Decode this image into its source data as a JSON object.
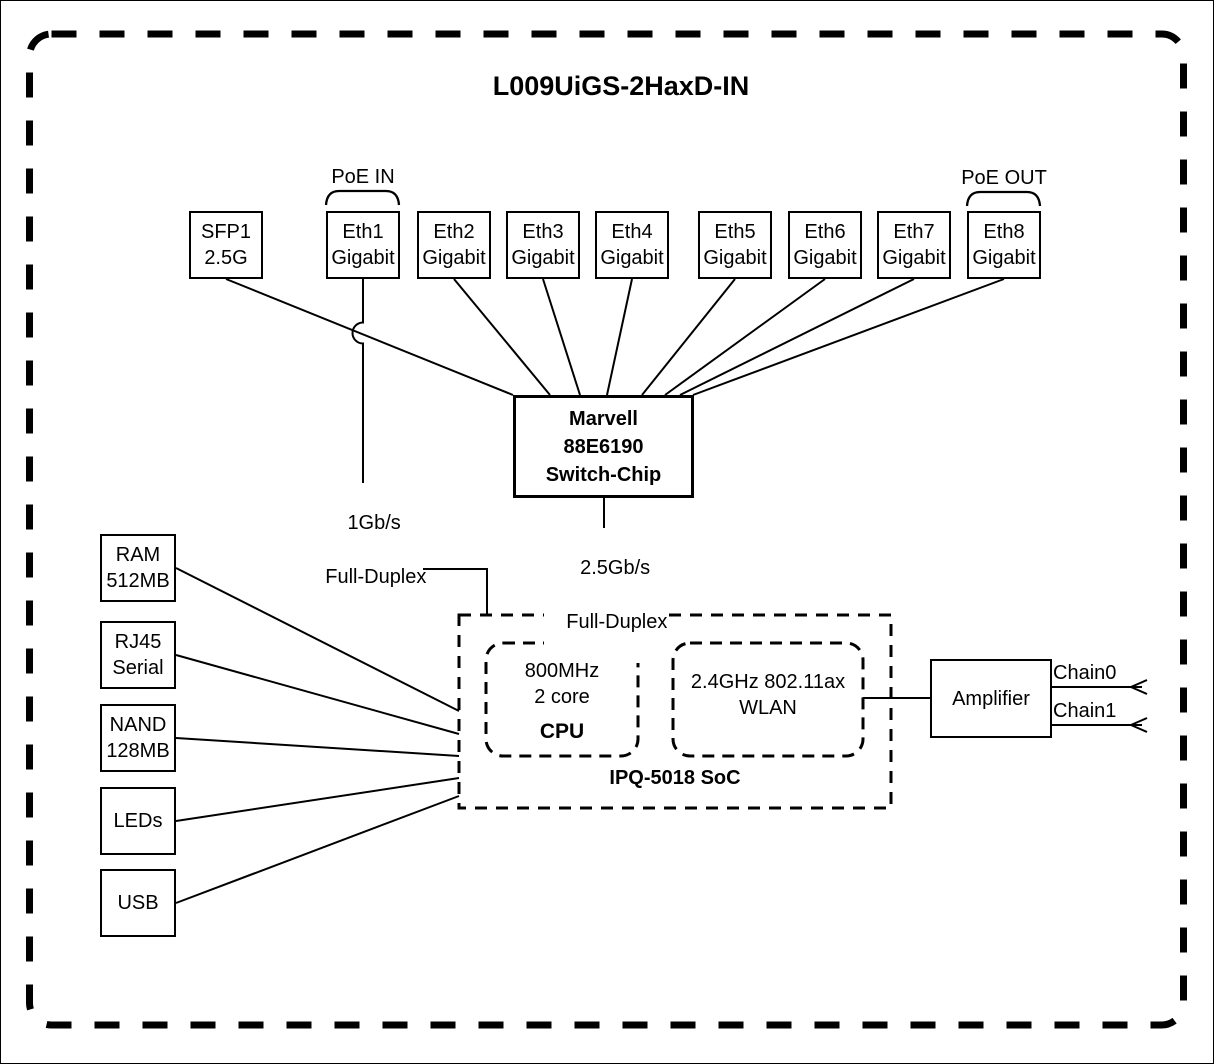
{
  "title": "L009UiGS-2HaxD-IN",
  "poe_in_label": "PoE IN",
  "poe_out_label": "PoE OUT",
  "ports": [
    {
      "line1": "SFP1",
      "line2": "2.5G"
    },
    {
      "line1": "Eth1",
      "line2": "Gigabit"
    },
    {
      "line1": "Eth2",
      "line2": "Gigabit"
    },
    {
      "line1": "Eth3",
      "line2": "Gigabit"
    },
    {
      "line1": "Eth4",
      "line2": "Gigabit"
    },
    {
      "line1": "Eth5",
      "line2": "Gigabit"
    },
    {
      "line1": "Eth6",
      "line2": "Gigabit"
    },
    {
      "line1": "Eth7",
      "line2": "Gigabit"
    },
    {
      "line1": "Eth8",
      "line2": "Gigabit"
    }
  ],
  "switch_chip": {
    "line1": "Marvell",
    "line2": "88E6190",
    "line3": "Switch-Chip"
  },
  "links": {
    "eth1_soc": {
      "line1": "1Gb/s",
      "line2": "Full-Duplex"
    },
    "switch_soc": {
      "line1": "2.5Gb/s",
      "line2": "Full-Duplex"
    }
  },
  "soc": {
    "label": "IPQ-5018 SoC",
    "cpu": {
      "line1": "800MHz",
      "line2": "2 core",
      "line3": "CPU"
    },
    "wlan": {
      "line1": "2.4GHz 802.11ax",
      "line2": "WLAN"
    }
  },
  "amplifier": {
    "label": "Amplifier"
  },
  "antenna": {
    "chain0": "Chain0",
    "chain1": "Chain1"
  },
  "peripherals": [
    {
      "line1": "RAM",
      "line2": "512MB"
    },
    {
      "line1": "RJ45",
      "line2": "Serial"
    },
    {
      "line1": "NAND",
      "line2": "128MB"
    },
    {
      "line1": "LEDs"
    },
    {
      "line1": "USB"
    }
  ],
  "colors": {
    "line": "#000000",
    "background": "#ffffff"
  }
}
